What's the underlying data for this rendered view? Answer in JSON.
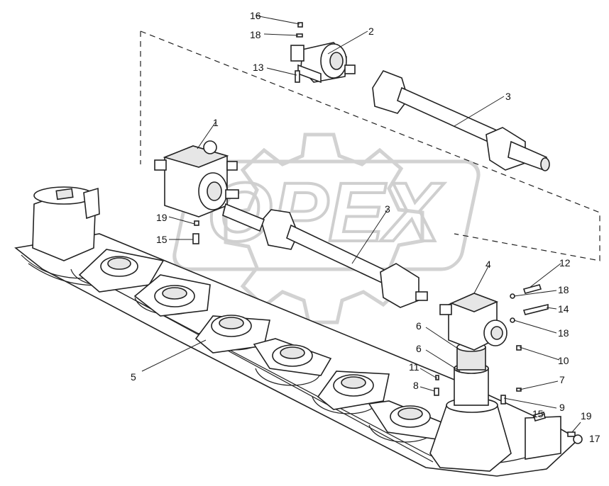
{
  "watermark": {
    "text": "OPEX"
  },
  "callouts": {
    "c1": "1",
    "c2": "2",
    "c3a": "3",
    "c3b": "3",
    "c4": "4",
    "c5": "5",
    "c6a": "6",
    "c6b": "6",
    "c7": "7",
    "c8": "8",
    "c9": "9",
    "c10": "10",
    "c11": "11",
    "c12": "12",
    "c13": "13",
    "c14": "14",
    "c15a": "15",
    "c15b": "15",
    "c16": "16",
    "c17": "17",
    "c18a": "18",
    "c18b": "18",
    "c18c": "18",
    "c19a": "19",
    "c19b": "19"
  }
}
